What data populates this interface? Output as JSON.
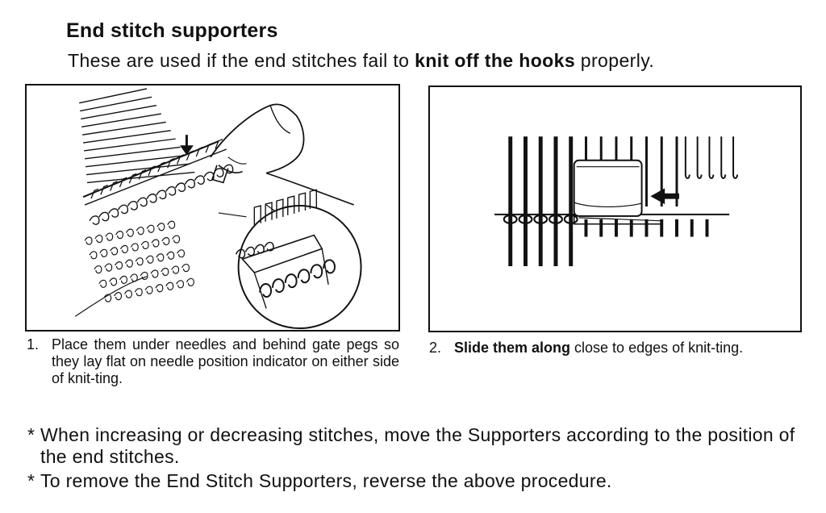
{
  "heading": "End stitch supporters",
  "subtitle": {
    "before": "These are used if the end stitches fail to ",
    "bold": "knit off the hooks",
    "after": " properly."
  },
  "figures": [
    {
      "caption_number": "1.",
      "caption_text": "Place them under needles and behind gate pegs so they lay flat on needle position indicator on either side of knit-ting."
    },
    {
      "caption_number": "2.",
      "caption_bold": "Slide them along",
      "caption_text": " close to edges of knit-ting."
    }
  ],
  "notes": [
    {
      "marker": "*",
      "text": "When increasing or decreasing stitches, move the Supporters according to the position of the end stitches."
    },
    {
      "marker": "*",
      "text": "To remove the End Stitch Supporters, reverse the above procedure."
    }
  ],
  "icons": [
    "left-arrow-icon",
    "down-arrow-icon"
  ]
}
